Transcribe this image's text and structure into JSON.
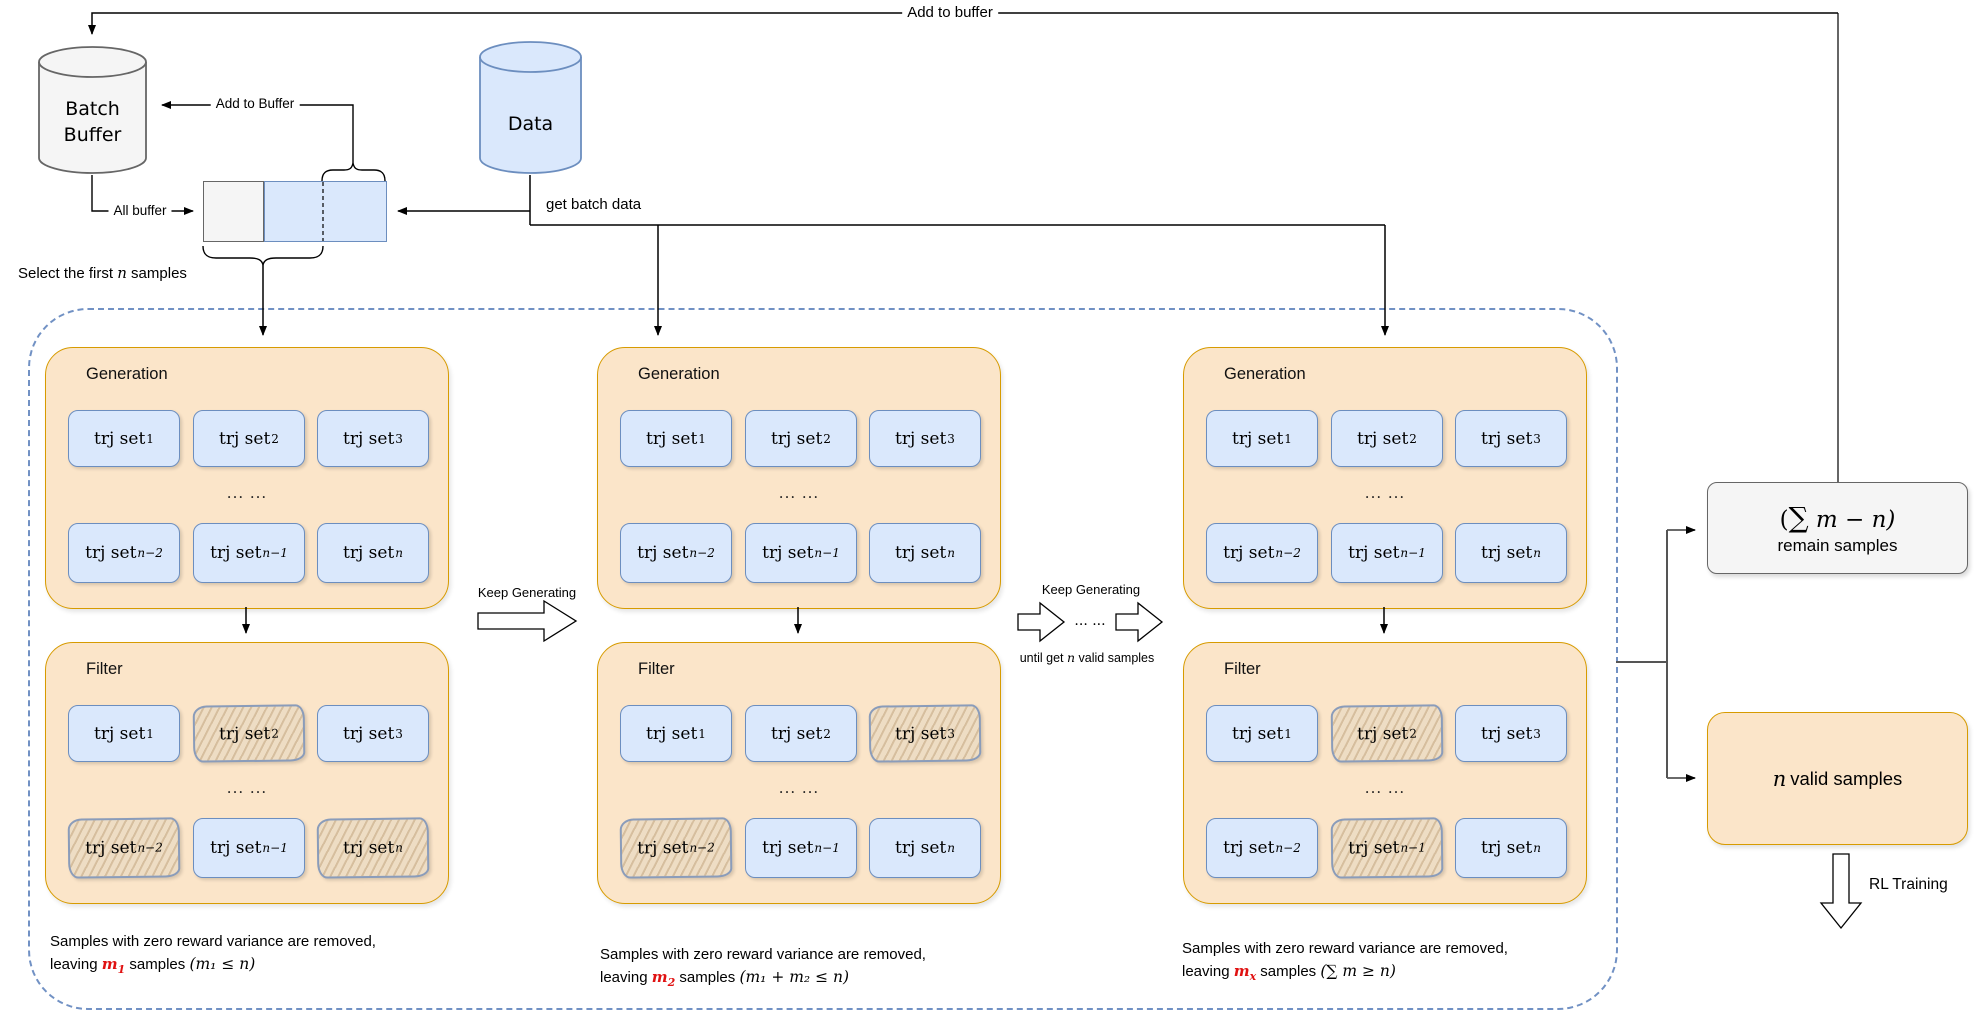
{
  "colors": {
    "panel_fill": "#FBE5C9",
    "panel_border": "#D79B00",
    "blue_fill": "#DAE8FC",
    "blue_border": "#6C8EBF",
    "gray_fill": "#F5F5F5",
    "gray_border": "#666666",
    "dashed_container": "#7191C4",
    "removed_red": "#E01212"
  },
  "feedback": {
    "label": "Add to buffer"
  },
  "batch_buffer": {
    "line1": "Batch",
    "line2": "Buffer"
  },
  "buffer_links": {
    "add_to_buffer": "Add to Buffer",
    "all_buffer": "All buffer"
  },
  "data_store": {
    "label": "Data",
    "get_batch_data": "get batch data"
  },
  "select_note": {
    "pre": "Select the first ",
    "var": "n",
    "post": " samples"
  },
  "columns": [
    {
      "generation": {
        "title": "Generation",
        "dots": "... ...",
        "boxes": [
          {
            "base": "trj set",
            "sub": "1"
          },
          {
            "base": "trj set",
            "sub": "2"
          },
          {
            "base": "trj set",
            "sub": "3"
          },
          {
            "base": "trj set",
            "sub": "n−2"
          },
          {
            "base": "trj set",
            "sub": "n−1"
          },
          {
            "base": "trj set",
            "sub": "n"
          }
        ]
      },
      "filter": {
        "title": "Filter",
        "dots": "... ...",
        "boxes": [
          {
            "base": "trj set",
            "sub": "1"
          },
          {
            "base": "trj set",
            "sub": "2"
          },
          {
            "base": "trj set",
            "sub": "3"
          },
          {
            "base": "trj set",
            "sub": "n−2"
          },
          {
            "base": "trj set",
            "sub": "n−1"
          },
          {
            "base": "trj set",
            "sub": "n"
          }
        ],
        "removed_indices": [
          1,
          3,
          5
        ]
      },
      "caption": {
        "line1": "Samples with zero reward variance are removed,",
        "leaving": "leaving ",
        "var": "m",
        "sub": "1",
        "mid": " samples ",
        "cond": "(m₁ ≤ n)"
      }
    },
    {
      "generation": {
        "title": "Generation",
        "dots": "... ...",
        "boxes": [
          {
            "base": "trj set",
            "sub": "1"
          },
          {
            "base": "trj set",
            "sub": "2"
          },
          {
            "base": "trj set",
            "sub": "3"
          },
          {
            "base": "trj set",
            "sub": "n−2"
          },
          {
            "base": "trj set",
            "sub": "n−1"
          },
          {
            "base": "trj set",
            "sub": "n"
          }
        ]
      },
      "filter": {
        "title": "Filter",
        "dots": "... ...",
        "boxes": [
          {
            "base": "trj set",
            "sub": "1"
          },
          {
            "base": "trj set",
            "sub": "2"
          },
          {
            "base": "trj set",
            "sub": "3"
          },
          {
            "base": "trj set",
            "sub": "n−2"
          },
          {
            "base": "trj set",
            "sub": "n−1"
          },
          {
            "base": "trj set",
            "sub": "n"
          }
        ],
        "removed_indices": [
          2,
          3
        ]
      },
      "caption": {
        "line1": "Samples with zero reward variance are removed,",
        "leaving": "leaving ",
        "var": "m",
        "sub": "2",
        "mid": " samples ",
        "cond": "(m₁ + m₂ ≤ n)"
      }
    },
    {
      "generation": {
        "title": "Generation",
        "dots": "... ...",
        "boxes": [
          {
            "base": "trj set",
            "sub": "1"
          },
          {
            "base": "trj set",
            "sub": "2"
          },
          {
            "base": "trj set",
            "sub": "3"
          },
          {
            "base": "trj set",
            "sub": "n−2"
          },
          {
            "base": "trj set",
            "sub": "n−1"
          },
          {
            "base": "trj set",
            "sub": "n"
          }
        ]
      },
      "filter": {
        "title": "Filter",
        "dots": "... ...",
        "boxes": [
          {
            "base": "trj set",
            "sub": "1"
          },
          {
            "base": "trj set",
            "sub": "2"
          },
          {
            "base": "trj set",
            "sub": "3"
          },
          {
            "base": "trj set",
            "sub": "n−2"
          },
          {
            "base": "trj set",
            "sub": "n−1"
          },
          {
            "base": "trj set",
            "sub": "n"
          }
        ],
        "removed_indices": [
          1,
          4
        ]
      },
      "caption": {
        "line1": "Samples with zero reward variance are removed,",
        "leaving": "leaving ",
        "var": "m",
        "sub": "x",
        "mid": " samples ",
        "cond": "(∑ m ≥ n)"
      }
    }
  ],
  "keep_generating": {
    "first": "Keep Generating",
    "second": "Keep Generating",
    "dots": "... ...",
    "until_pre": "until get ",
    "until_var": "n",
    "until_post": " valid samples"
  },
  "remain_box": {
    "pre": "(",
    "sigma": "∑",
    "post": " m − n)",
    "line2": "remain samples"
  },
  "valid_box": {
    "var": "n",
    "post": " valid samples"
  },
  "rl_training": {
    "label": "RL Training"
  }
}
